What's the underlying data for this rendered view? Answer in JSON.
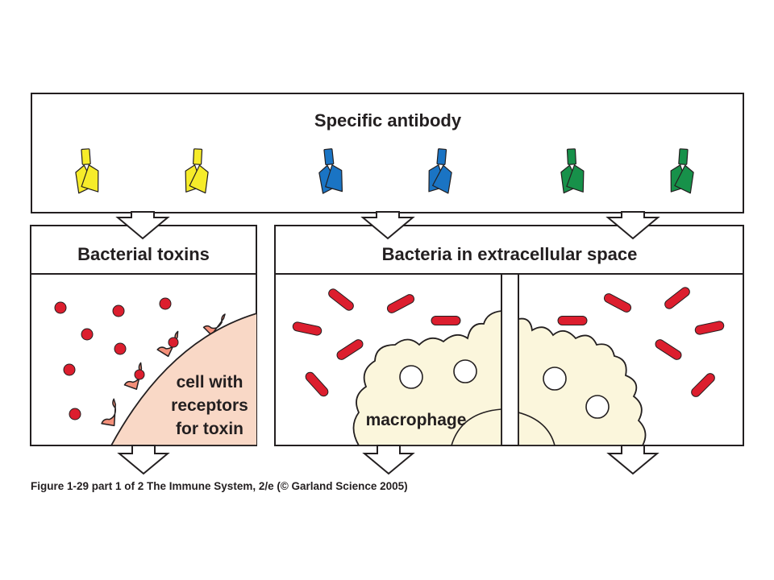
{
  "top_box": {
    "title": "Specific antibody"
  },
  "antibody_colors": {
    "yellow": "#f6ec2a",
    "blue": "#1a74c4",
    "green": "#17914a"
  },
  "left_panel": {
    "header": "Bacterial toxins",
    "cell_label": [
      "cell with",
      "receptors",
      "for toxin"
    ]
  },
  "right_panel": {
    "header": "Bacteria in extracellular space",
    "macrophage_label": "macrophage"
  },
  "colors": {
    "toxin_red": "#dc1e2e",
    "cell_fill": "#f9d8c6",
    "receptor_fill": "#f4907a",
    "macrophage_fill": "#fbf6dc",
    "outline": "#231f20"
  },
  "caption": "Figure 1-29 part 1 of 2  The Immune System, 2/e (© Garland Science 2005)"
}
